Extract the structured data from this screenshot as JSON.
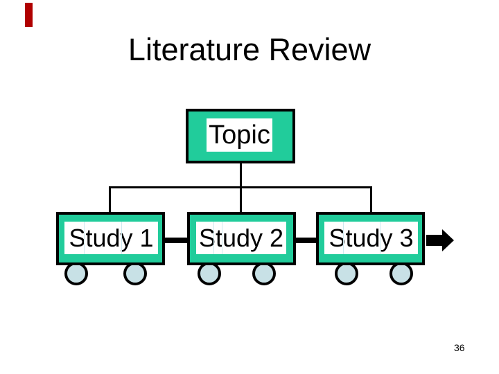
{
  "slide": {
    "title": "Literature Review",
    "page_number": "36"
  },
  "diagram": {
    "root": {
      "label": "Topic"
    },
    "children": [
      {
        "label": "Study 1"
      },
      {
        "label": "Study 2"
      },
      {
        "label": "Study 3"
      }
    ],
    "icons": {
      "arrow": "right-block-arrow-icon",
      "wheels": "wagon-wheel-icon"
    },
    "colors": {
      "box_fill": "#21cc9b",
      "wheel_fill": "#c8e1e6",
      "line": "#000000",
      "accent_mark": "#b00000"
    }
  }
}
